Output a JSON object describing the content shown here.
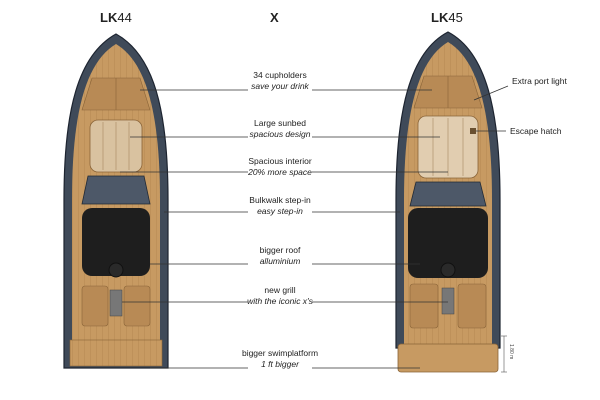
{
  "header": {
    "left_prefix": "LK",
    "left_number": "44",
    "vs": "X",
    "right_prefix": "LK",
    "right_number": "45"
  },
  "features": [
    {
      "title": "34 cupholders",
      "subtitle": "save your drink"
    },
    {
      "title": "Large sunbed",
      "subtitle": "spacious design"
    },
    {
      "title": "Spacious interior",
      "subtitle": "20% more space"
    },
    {
      "title": "Bulkwalk step-in",
      "subtitle": "easy step-in"
    },
    {
      "title": "bigger roof",
      "subtitle": "alluminium"
    },
    {
      "title": "new grill",
      "subtitle": "with the iconic x's"
    },
    {
      "title": "bigger swimplatform",
      "subtitle": "1 ft bigger"
    }
  ],
  "right_labels": {
    "port_light": "Extra port light",
    "escape_hatch": "Escape hatch"
  },
  "dimension": "1.80 m",
  "colors": {
    "hull": "#3f4a59",
    "deck": "#c79a62",
    "roof": "#1e1e1e",
    "cushion": "#e1cdb0"
  }
}
